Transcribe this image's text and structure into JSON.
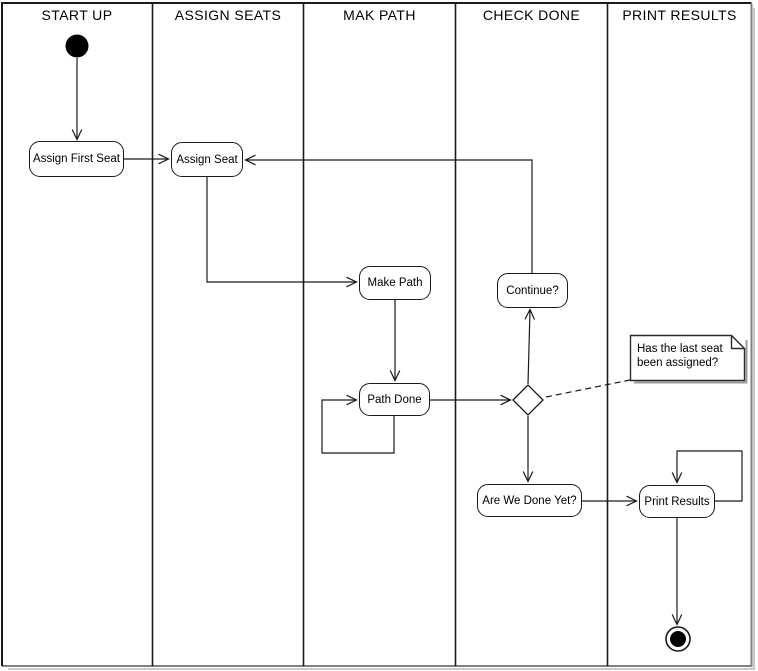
{
  "lanes": [
    {
      "label": "START UP"
    },
    {
      "label": "ASSIGN SEATS"
    },
    {
      "label": "MAK PATH"
    },
    {
      "label": "CHECK DONE"
    },
    {
      "label": "PRINT RESULTS"
    }
  ],
  "nodes": {
    "assign_first_seat": {
      "label": "Assign First Seat"
    },
    "assign_seat": {
      "label": "Assign Seat"
    },
    "make_path": {
      "label": "Make Path"
    },
    "path_done": {
      "label": "Path Done"
    },
    "continue_q": {
      "label": "Continue?"
    },
    "are_we_done": {
      "label": "Are We Done Yet?"
    },
    "print_results": {
      "label": "Print Results"
    }
  },
  "note": {
    "line1": "Has the last seat",
    "line2": "been assigned?"
  },
  "colors": {
    "line": "#000000",
    "node_fill": "#ffffff",
    "frame_top_left": "#1a1a1a",
    "frame_bottom_right": "#808080",
    "note_shadow": "#9a9a9a"
  }
}
